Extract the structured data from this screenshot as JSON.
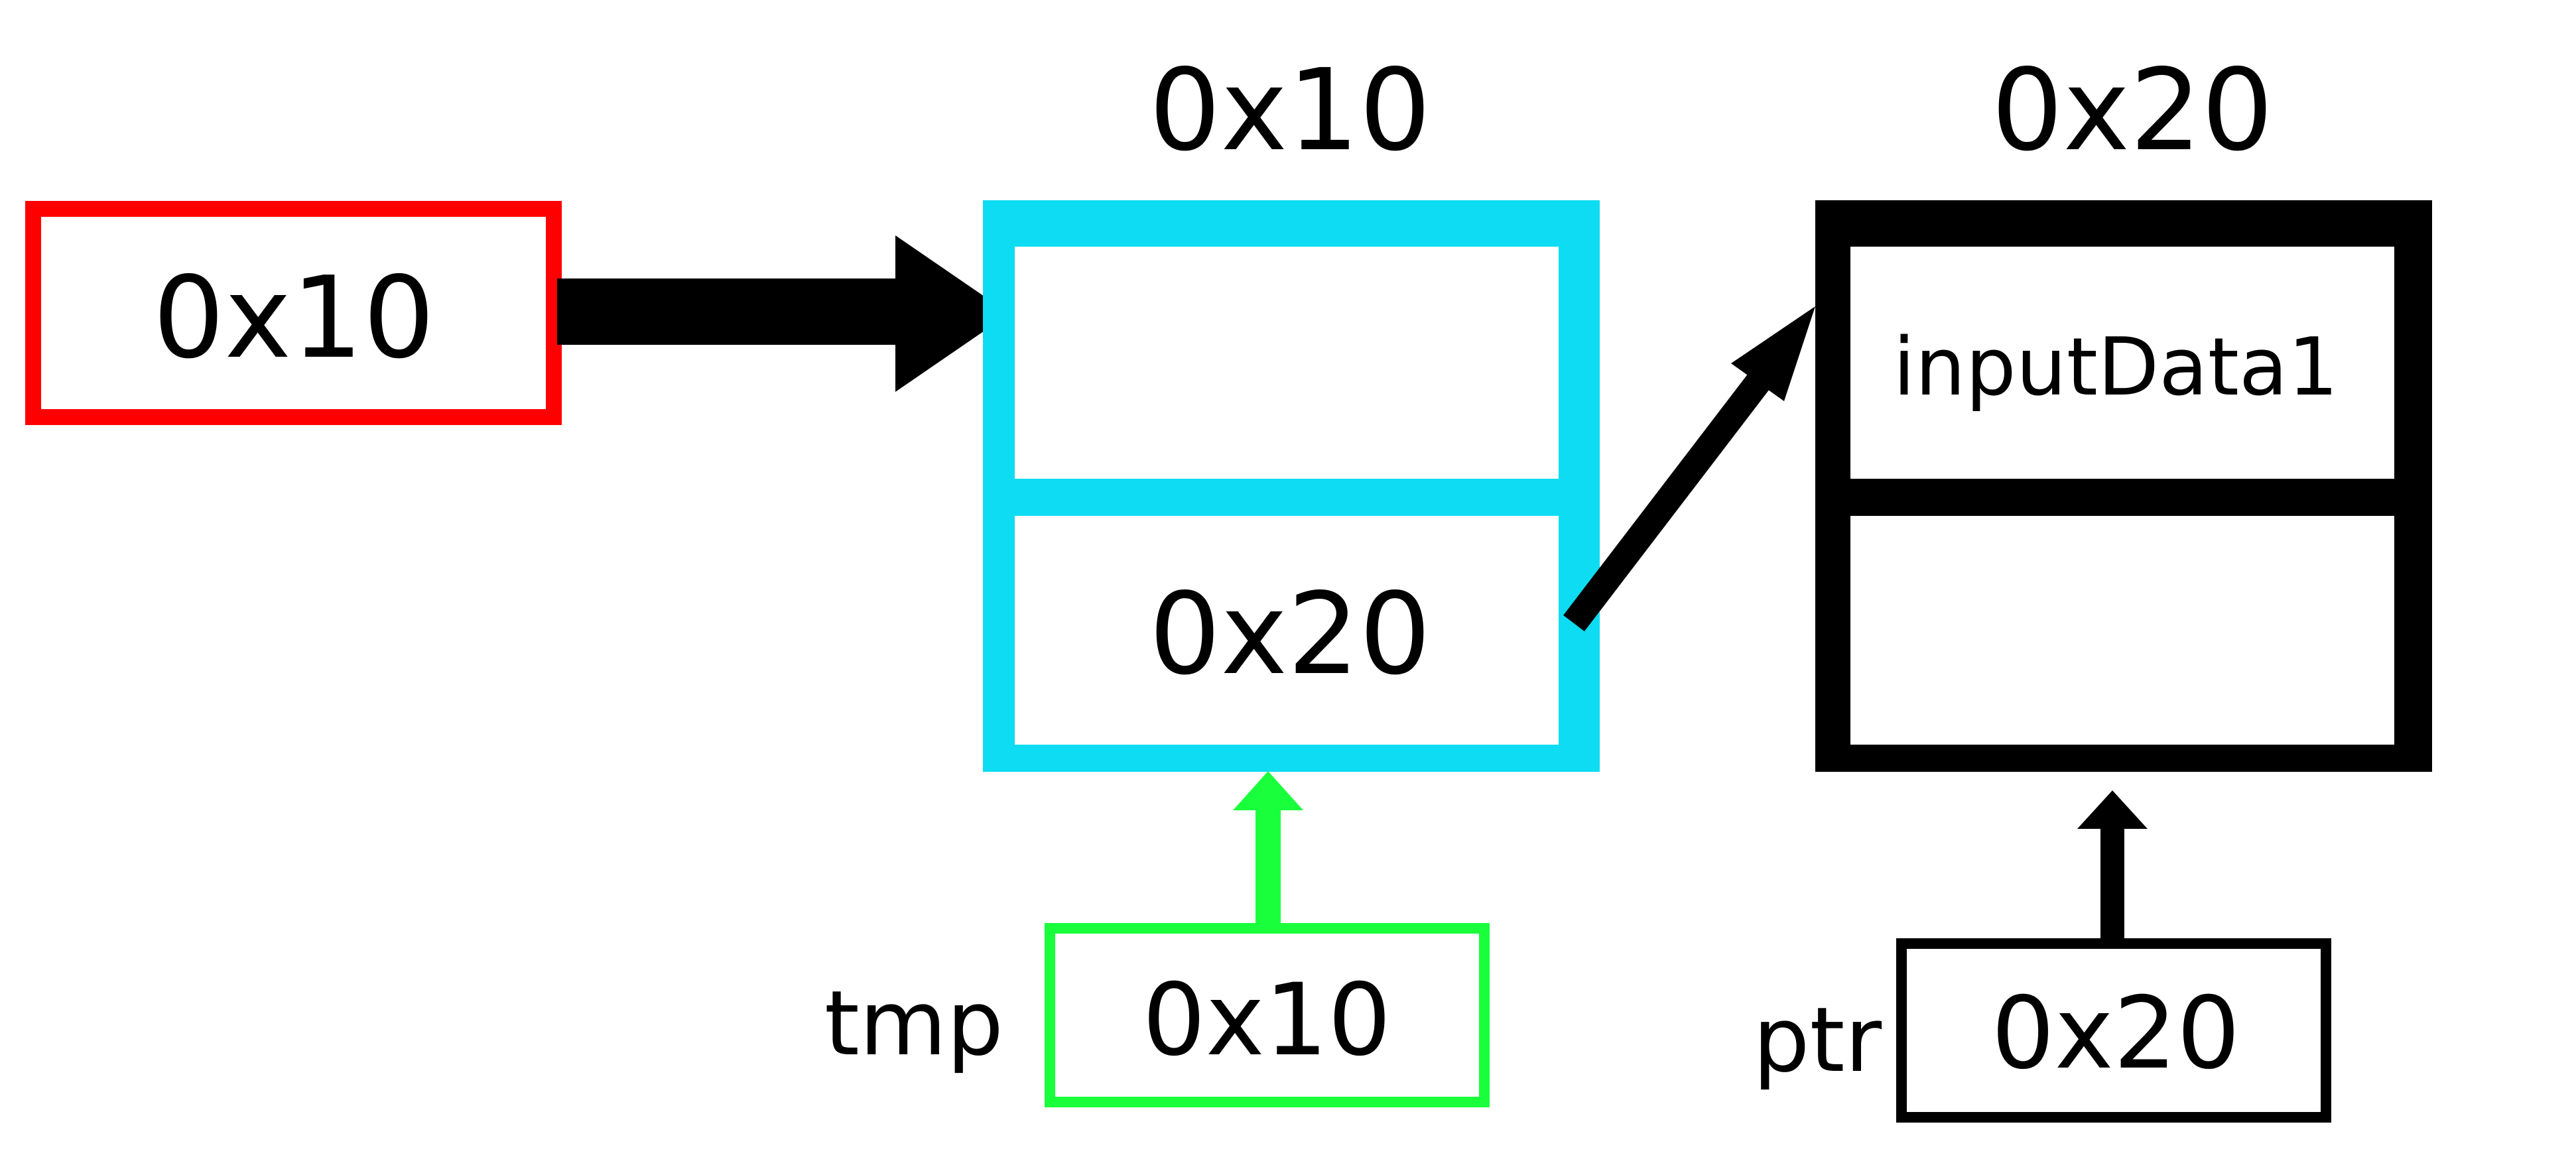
{
  "diagram": {
    "head_pointer": {
      "value": "0x10"
    },
    "node1": {
      "address": "0x10",
      "data": "",
      "next": "0x20"
    },
    "node2": {
      "address": "0x20",
      "data": "inputData1",
      "next": ""
    },
    "tmp": {
      "name": "tmp",
      "value": "0x10"
    },
    "ptr": {
      "name": "ptr",
      "value": "0x20"
    }
  },
  "colors": {
    "head_border": "#ff0000",
    "node1_border": "#0edcf2",
    "node2_border": "#000000",
    "tmp_border": "#1aff3c",
    "tmp_arrow": "#1aff3c",
    "arrow": "#000000",
    "text": "#000000"
  }
}
